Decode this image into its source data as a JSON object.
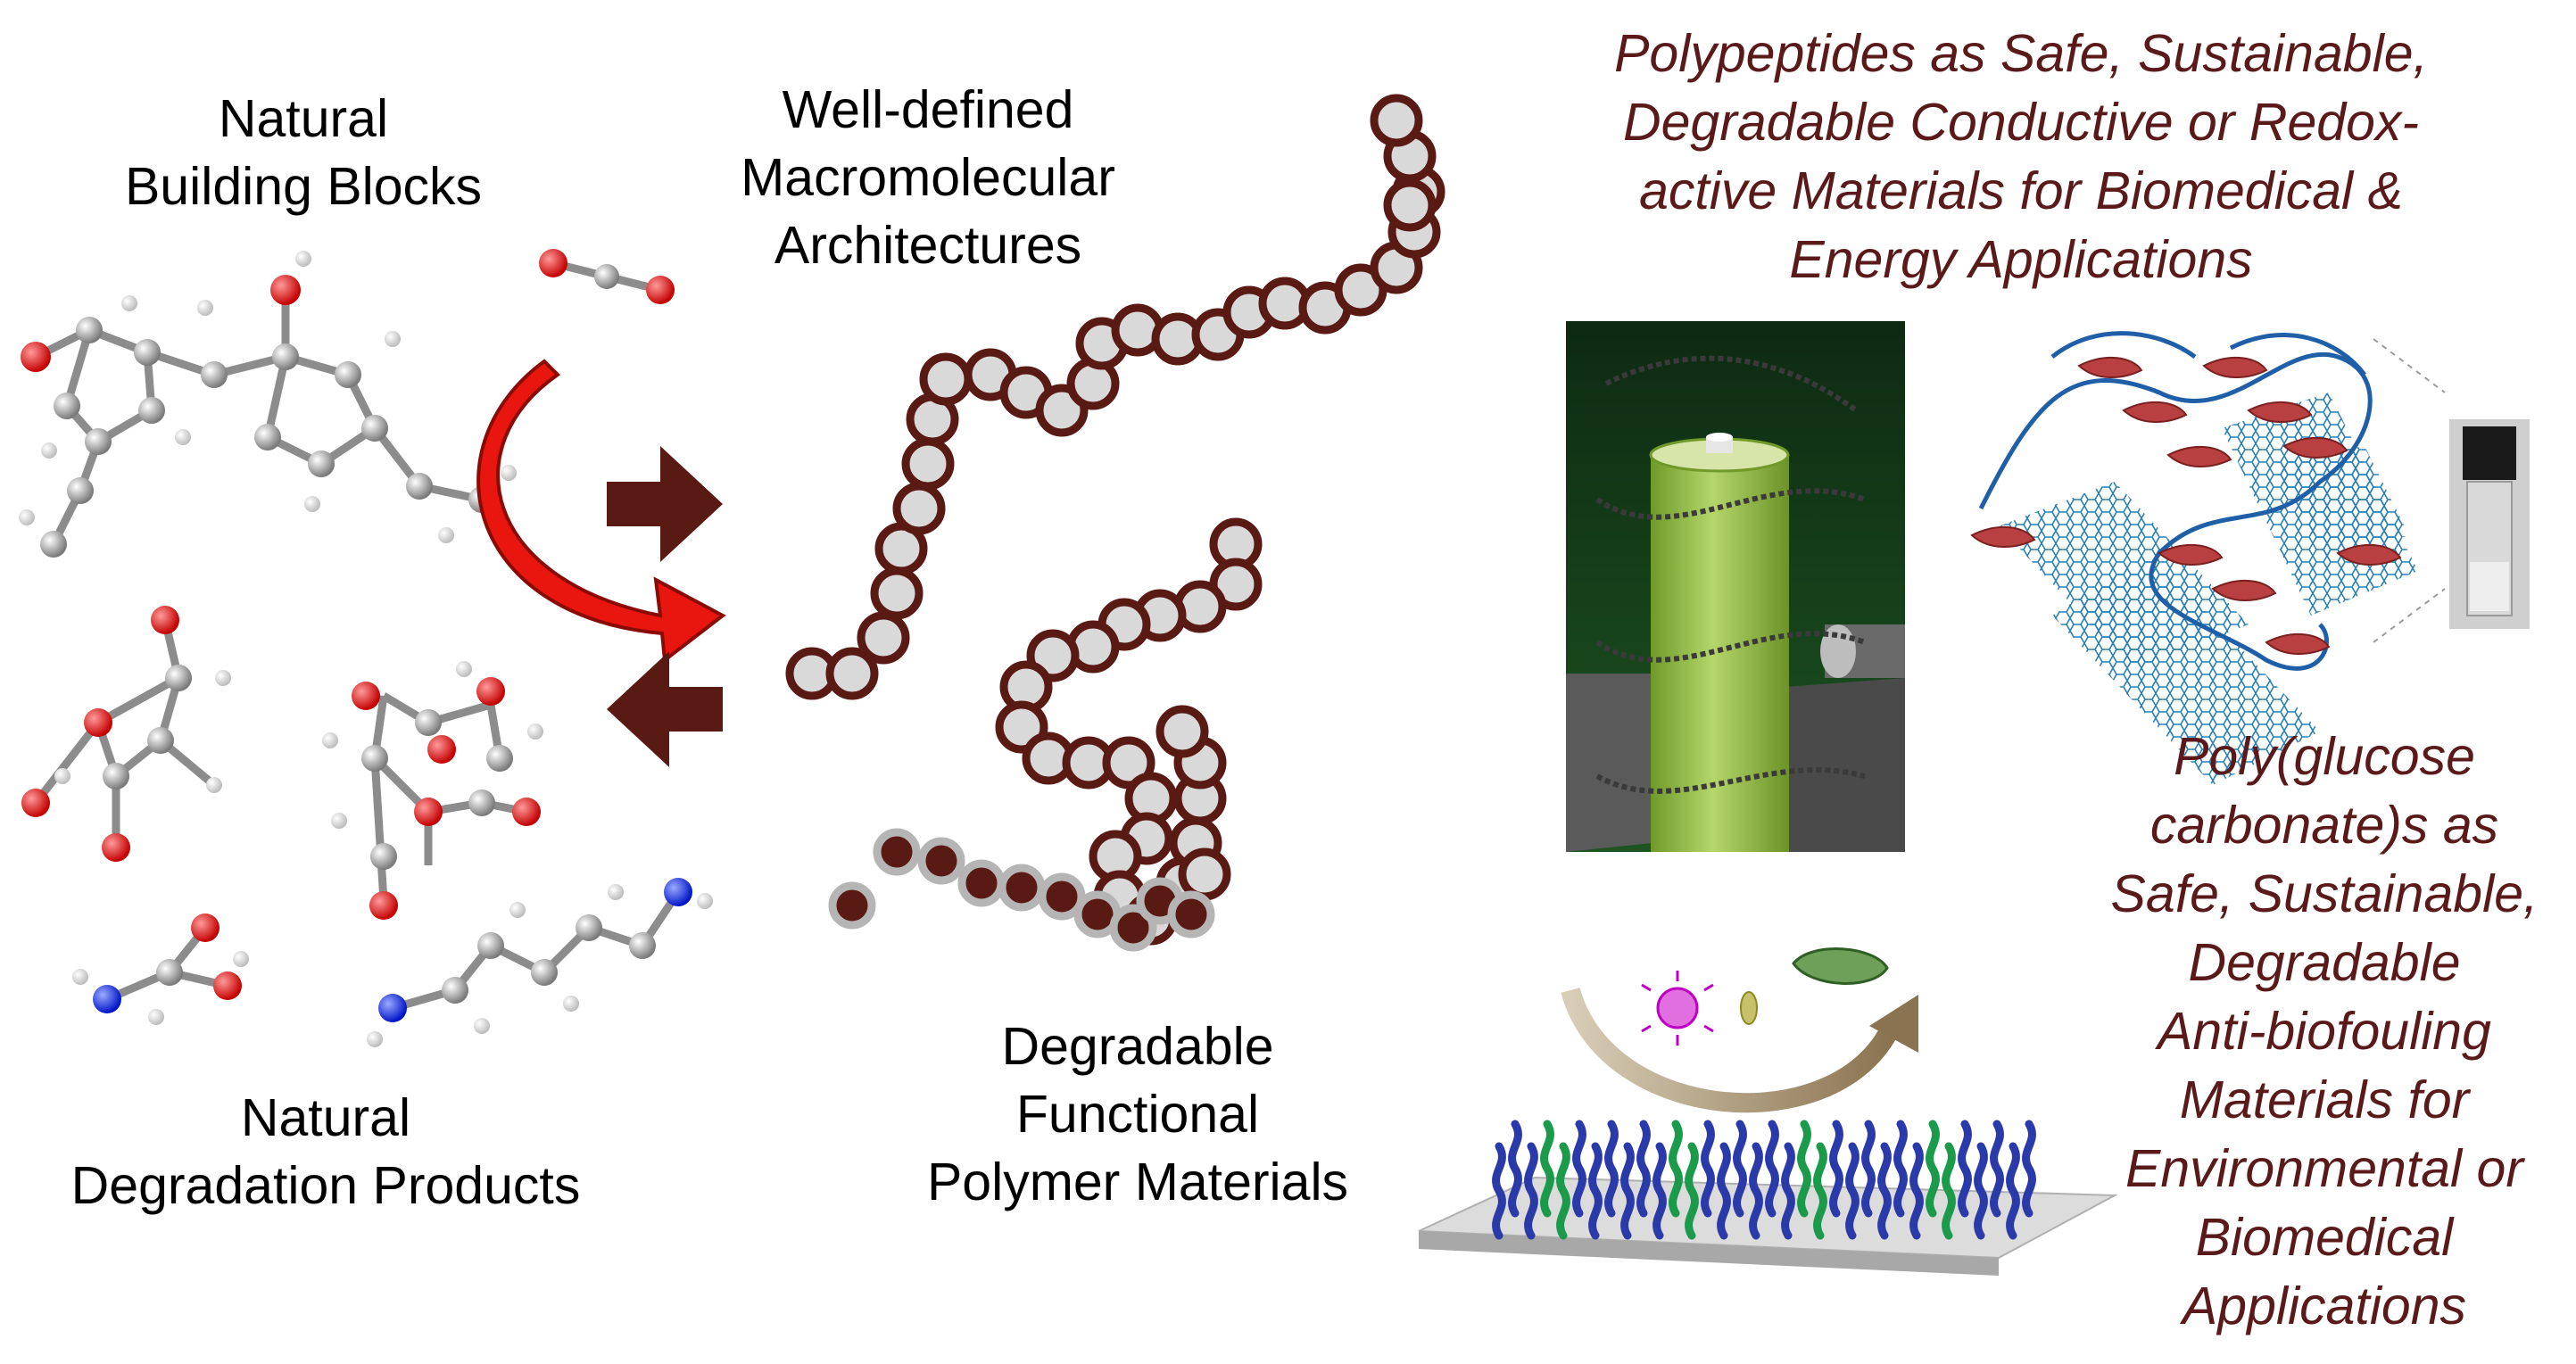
{
  "labels": {
    "building_blocks": "Natural\nBuilding Blocks",
    "architectures": "Well-defined\nMacromolecular\nArchitectures",
    "degradation_products": "Natural\nDegradation Products",
    "functional_materials": "Degradable\nFunctional\nPolymer Materials",
    "polypeptides": "Polypeptides as Safe, Sustainable,\nDegradable Conductive or Redox-\nactive Materials for Biomedical &\nEnergy Applications",
    "glucose_carbonates": "Poly(glucose\ncarbonate)s as\nSafe, Sustainable,\nDegradable\nAnti-biofouling\nMaterials for\nEnvironmental or\nBiomedical\nApplications"
  },
  "colors": {
    "chain_outline": "#5a1a14",
    "bead_fill": "#d9d9d9",
    "dark_bead": "#5a1a14",
    "arrow_red": "#e8160e",
    "italic_text": "#5a1a1a",
    "battery_green": "#9ec24a",
    "helix_red": "#b84040",
    "nanotube_blue": "#2a7fb5"
  },
  "icons": {
    "molecules": "ball-and-stick-molecule-icon",
    "battery": "battery-icon",
    "nanotube": "carbon-nanotube-icon",
    "vial": "vial-icon",
    "microbes": "microbe-icon",
    "brush_surface": "polymer-brush-surface-icon"
  }
}
